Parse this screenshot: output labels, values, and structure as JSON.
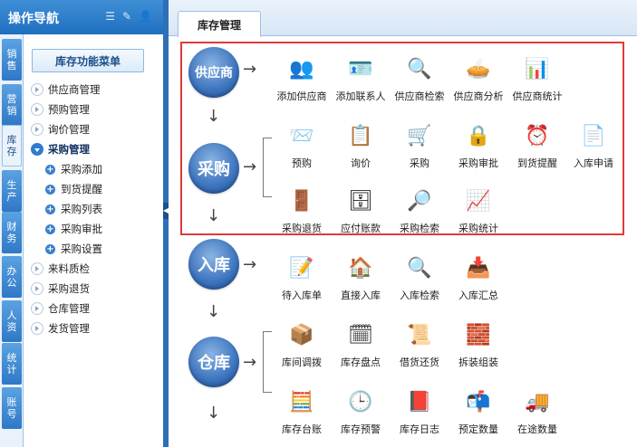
{
  "nav": {
    "title": "操作导航",
    "tools": [
      "☰",
      "✎",
      "👤"
    ],
    "menu_title": "库存功能菜单",
    "vtabs": [
      "销售",
      "营销",
      "库存",
      "生产",
      "财务",
      "办公",
      "人资",
      "统计",
      "账号"
    ],
    "tree": [
      {
        "label": "供应商管理",
        "level": 0,
        "open": false
      },
      {
        "label": "预购管理",
        "level": 0,
        "open": false
      },
      {
        "label": "询价管理",
        "level": 0,
        "open": false
      },
      {
        "label": "采购管理",
        "level": 0,
        "open": true
      },
      {
        "label": "采购添加",
        "level": 1
      },
      {
        "label": "到货提醒",
        "level": 1
      },
      {
        "label": "采购列表",
        "level": 1
      },
      {
        "label": "采购审批",
        "level": 1
      },
      {
        "label": "采购设置",
        "level": 1
      },
      {
        "label": "来料质检",
        "level": 0,
        "open": false
      },
      {
        "label": "采购退货",
        "level": 0,
        "open": false
      },
      {
        "label": "仓库管理",
        "level": 0,
        "open": false
      },
      {
        "label": "发货管理",
        "level": 0,
        "open": false
      }
    ]
  },
  "tab": {
    "label": "库存管理"
  },
  "flow": {
    "nodes": [
      "供应商",
      "采购",
      "入库",
      "仓库"
    ],
    "supplier": [
      "添加供应商",
      "添加联系人",
      "供应商检索",
      "供应商分析",
      "供应商统计"
    ],
    "purchase_row1": [
      "预购",
      "询价",
      "采购",
      "采购审批",
      "到货提醒",
      "入库申请"
    ],
    "purchase_row2": [
      "采购退货",
      "应付账款",
      "采购检索",
      "采购统计"
    ],
    "stockin": [
      "待入库单",
      "直接入库",
      "入库检索",
      "入库汇总"
    ],
    "warehouse_row1": [
      "库间调拨",
      "库存盘点",
      "借货还货",
      "拆装组装"
    ],
    "warehouse_row2": [
      "库存台账",
      "库存预警",
      "库存日志",
      "预定数量",
      "在途数量"
    ]
  }
}
